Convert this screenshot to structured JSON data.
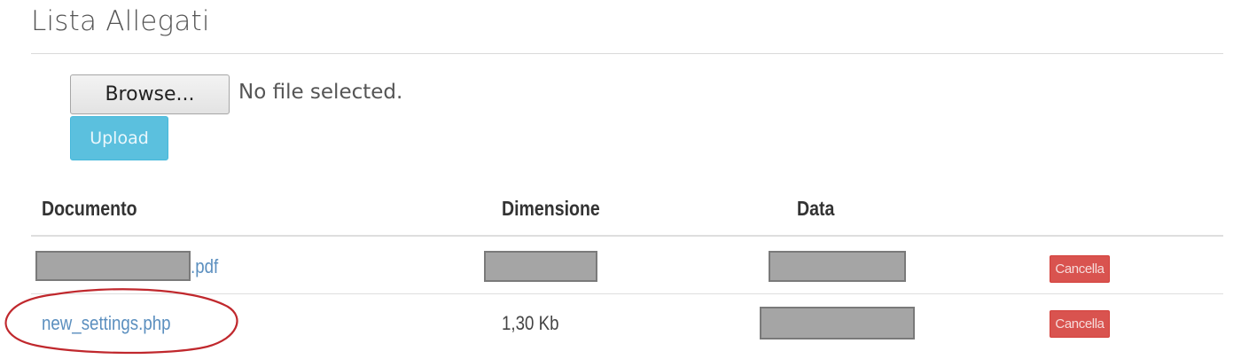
{
  "page": {
    "title": "Lista Allegati"
  },
  "upload_form": {
    "browse_label": "Browse...",
    "file_status": "No file selected.",
    "upload_label": "Upload"
  },
  "table": {
    "columns": [
      "Documento",
      "Dimensione",
      "Data"
    ],
    "rows": [
      {
        "document": ".pdf",
        "document_redacted": true,
        "size": "",
        "size_redacted": true,
        "date": "",
        "date_redacted": true,
        "action_label": "Cancella"
      },
      {
        "document": "new_settings.php",
        "document_redacted": false,
        "size": "1,30 Kb",
        "size_redacted": false,
        "date": "",
        "date_redacted": true,
        "action_label": "Cancella"
      }
    ]
  },
  "colors": {
    "upload_button": "#5bc0de",
    "delete_button": "#d9534f",
    "link": "#5b8fbf",
    "redaction": "#a5a5a5",
    "annotation": "#c0282d"
  },
  "annotation": {
    "shape": "oval",
    "highlights": "new_settings.php"
  }
}
